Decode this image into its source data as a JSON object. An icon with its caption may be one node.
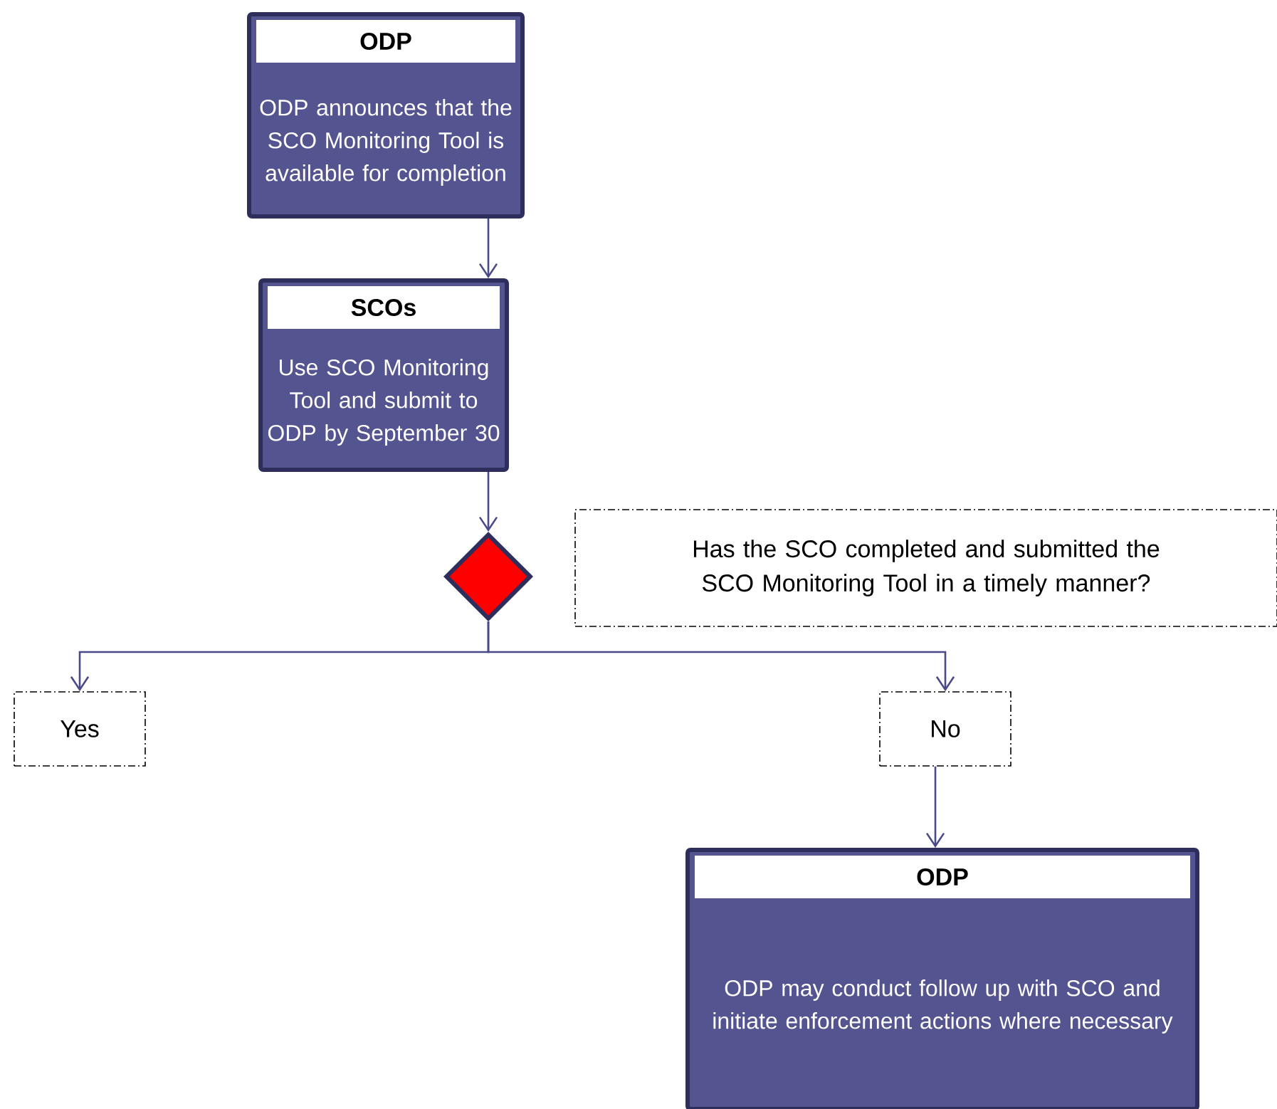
{
  "diagram": {
    "nodes": [
      {
        "text": [
          "ODP",
          "ODP announces that the SCO Monitoring Tool is available for completion"
        ]
      },
      {
        "text": [
          "SCOs",
          "Use SCO Monitoring Tool and submit to ODP by September 30"
        ]
      },
      {
        "text": [],
        "shape": "diamond"
      },
      {
        "text": [
          "Has the SCO completed and submitted the SCO Monitoring Tool in a timely manner?"
        ]
      },
      {
        "text": [
          "Yes"
        ]
      },
      {
        "text": [
          "No"
        ]
      },
      {
        "text": [
          "ODP",
          "ODP may conduct follow up with SCO and initiate enforcement actions where necessary"
        ]
      }
    ],
    "edges": [
      {
        "from": 0,
        "to": 1,
        "arrow": "to"
      },
      {
        "from": 1,
        "to": 2,
        "arrow": "to"
      },
      {
        "from": 2,
        "to": 4,
        "arrow": "to"
      },
      {
        "from": 2,
        "to": 5,
        "arrow": "to"
      },
      {
        "from": 5,
        "to": 6,
        "arrow": "to"
      }
    ]
  }
}
